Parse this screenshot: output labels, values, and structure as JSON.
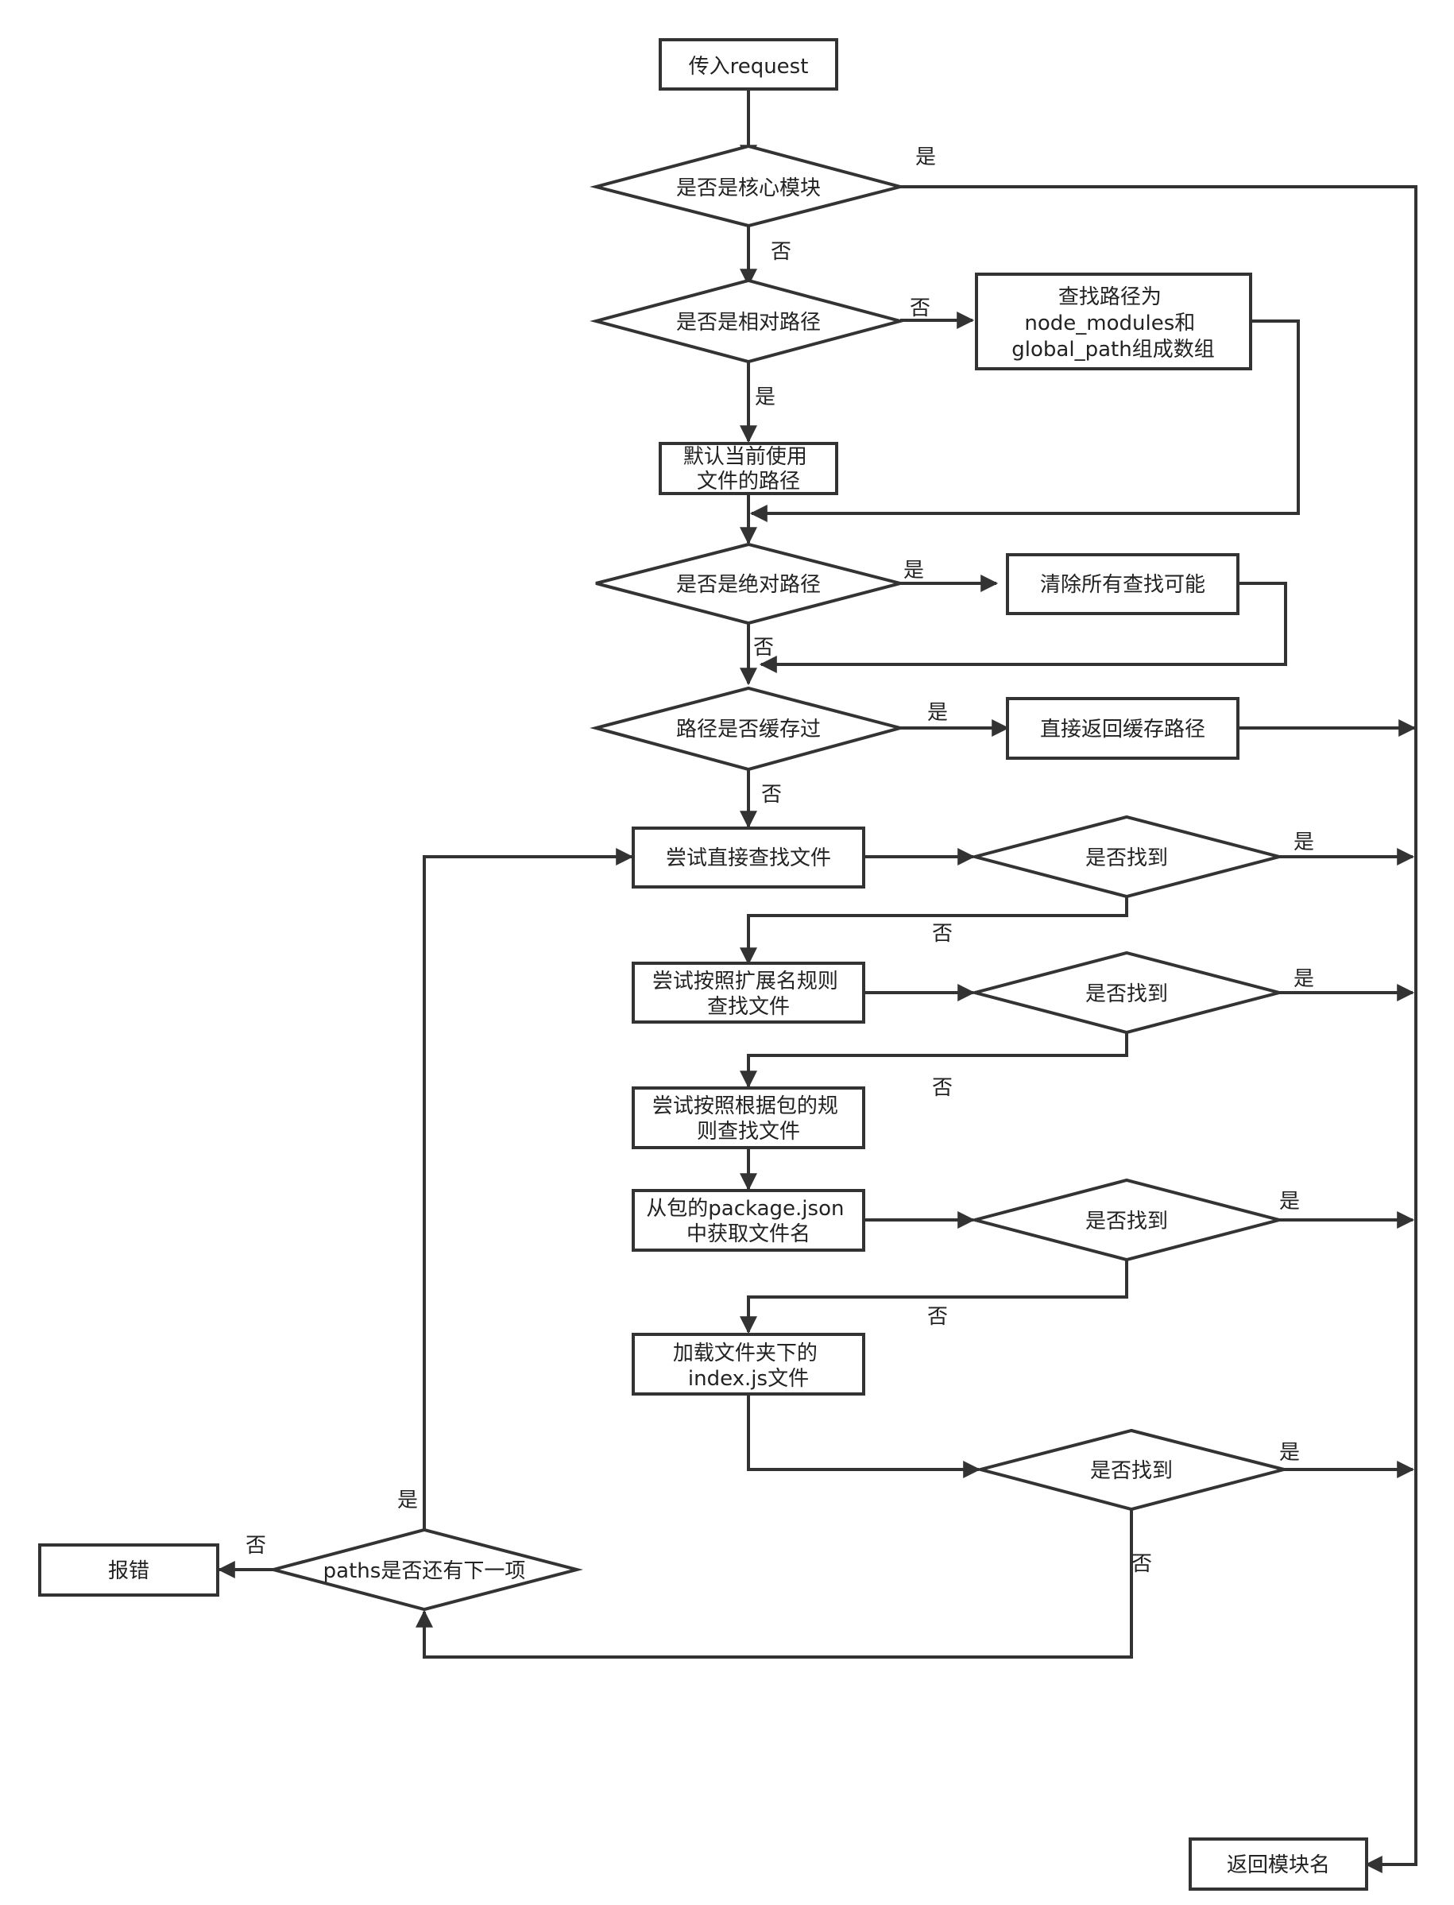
{
  "nodes": {
    "start": [
      "传入request"
    ],
    "core": [
      "是否是核心模块"
    ],
    "relative": [
      "是否是相对路径"
    ],
    "search_paths": [
      "查找路径为",
      "node_modules和",
      "global_path组成数组"
    ],
    "default_path": [
      "默认当前使用",
      "文件的路径"
    ],
    "absolute": [
      "是否是绝对路径"
    ],
    "clear": [
      "清除所有查找可能"
    ],
    "cached": [
      "路径是否缓存过"
    ],
    "return_cache": [
      "直接返回缓存路径"
    ],
    "try_direct": [
      "尝试直接查找文件"
    ],
    "found1": [
      "是否找到"
    ],
    "try_ext": [
      "尝试按照扩展名规则",
      "查找文件"
    ],
    "found2": [
      "是否找到"
    ],
    "try_pkg": [
      "尝试按照根据包的规",
      "则查找文件"
    ],
    "pkg_json": [
      "从包的package.json",
      "中获取文件名"
    ],
    "found3": [
      "是否找到"
    ],
    "load_index": [
      "加载文件夹下的",
      "index.js文件"
    ],
    "found4": [
      "是否找到"
    ],
    "paths_next": [
      "paths是否还有下一项"
    ],
    "error": [
      "报错"
    ],
    "return_module": [
      "返回模块名"
    ]
  },
  "edge_labels": {
    "core_yes": "是",
    "core_no": "否",
    "relative_no": "否",
    "relative_yes": "是",
    "absolute_yes": "是",
    "absolute_no": "否",
    "cached_yes": "是",
    "cached_no": "否",
    "found1_yes": "是",
    "found1_no": "否",
    "found2_yes": "是",
    "found2_no": "否",
    "found3_yes": "是",
    "found3_no": "否",
    "found4_yes": "是",
    "found4_no": "否",
    "paths_yes": "是",
    "paths_no": "否"
  }
}
